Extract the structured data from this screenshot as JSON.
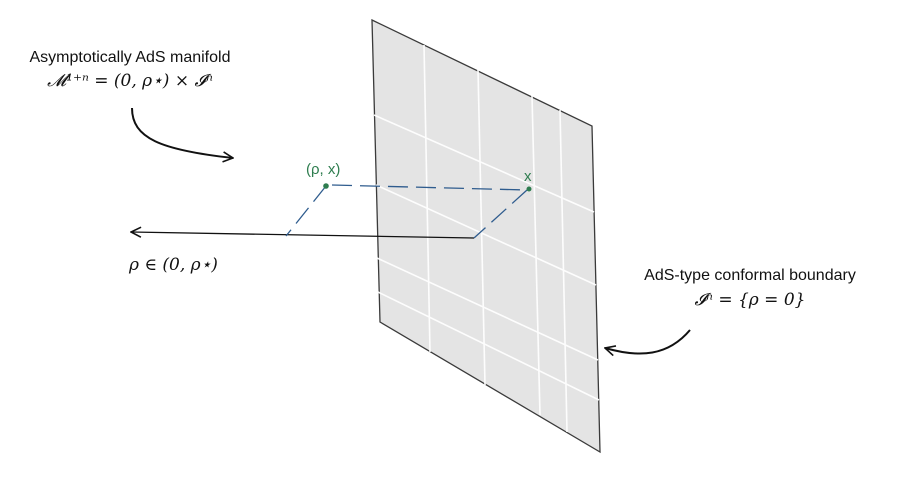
{
  "manifold_label": {
    "title": "Asymptotically AdS manifold",
    "formula": "𝓜¹⁺ⁿ = (0, ρ⋆) × 𝓘ⁿ"
  },
  "boundary_label": {
    "title": "AdS-type conformal boundary",
    "formula": "𝓘ⁿ = {ρ = 0}"
  },
  "axis_label": "ρ ∈ (0, ρ⋆)",
  "point_rho_x": "(ρ, x)",
  "point_x": "x",
  "colors": {
    "plane_fill": "#e4e4e4",
    "plane_stroke": "#3a3a3a",
    "grid": "#ffffff",
    "dash": "#2f5c8e",
    "point": "#2e7d4f",
    "ink": "#111111"
  }
}
